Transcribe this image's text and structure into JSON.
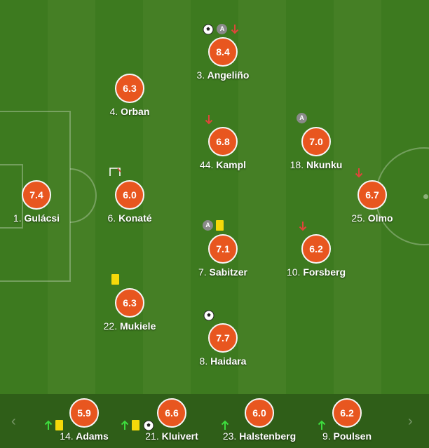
{
  "players": [
    {
      "number": "3.",
      "name": "Angeliño",
      "rating": "8.4"
    },
    {
      "number": "4.",
      "name": "Orban",
      "rating": "6.3"
    },
    {
      "number": "44.",
      "name": "Kampl",
      "rating": "6.8"
    },
    {
      "number": "18.",
      "name": "Nkunku",
      "rating": "7.0"
    },
    {
      "number": "1.",
      "name": "Gulácsi",
      "rating": "7.4"
    },
    {
      "number": "6.",
      "name": "Konaté",
      "rating": "6.0"
    },
    {
      "number": "25.",
      "name": "Olmo",
      "rating": "6.7"
    },
    {
      "number": "7.",
      "name": "Sabitzer",
      "rating": "7.1"
    },
    {
      "number": "10.",
      "name": "Forsberg",
      "rating": "6.2"
    },
    {
      "number": "22.",
      "name": "Mukiele",
      "rating": "6.3"
    },
    {
      "number": "8.",
      "name": "Haidara",
      "rating": "7.7"
    }
  ],
  "bench": [
    {
      "number": "14.",
      "name": "Adams",
      "rating": "5.9"
    },
    {
      "number": "21.",
      "name": "Kluivert",
      "rating": "6.6"
    },
    {
      "number": "23.",
      "name": "Halstenberg",
      "rating": "6.0"
    },
    {
      "number": "9.",
      "name": "Poulsen",
      "rating": "6.2"
    }
  ],
  "icons": {
    "assist_label": "A",
    "ball": "football-icon",
    "yellow_card": "yellow-card-icon",
    "subbed_off": "arrow-down-icon",
    "subbed_on": "arrow-up-icon",
    "woodwork": "goalpost-icon"
  },
  "nav": {
    "prev": "‹",
    "next": "›"
  },
  "colors": {
    "rating_bubble": "#e8561f",
    "pitch_dark": "#3d7a1f",
    "pitch_light": "#457f25",
    "bench_bar": "#2f5e18",
    "yellow_card": "#f5d90a",
    "arrow_down": "#e0453a",
    "arrow_up": "#3ddc3d"
  }
}
